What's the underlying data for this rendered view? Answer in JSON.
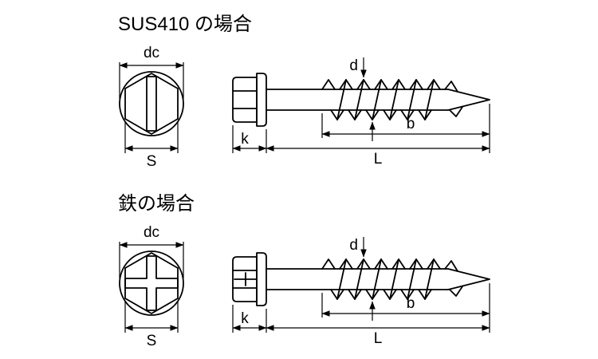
{
  "page": {
    "background": "#ffffff",
    "line_color": "#000000"
  },
  "sections": [
    {
      "title": "SUS410 の場合",
      "drive_type": "slotted",
      "labels": {
        "flange_diameter": "dc",
        "width_across_flats": "S",
        "thread_diameter": "d",
        "thread_length": "b",
        "head_height": "k",
        "screw_length": "L"
      }
    },
    {
      "title": "鉄の場合",
      "drive_type": "phillips",
      "labels": {
        "flange_diameter": "dc",
        "width_across_flats": "S",
        "thread_diameter": "d",
        "thread_length": "b",
        "head_height": "k",
        "screw_length": "L"
      }
    }
  ]
}
